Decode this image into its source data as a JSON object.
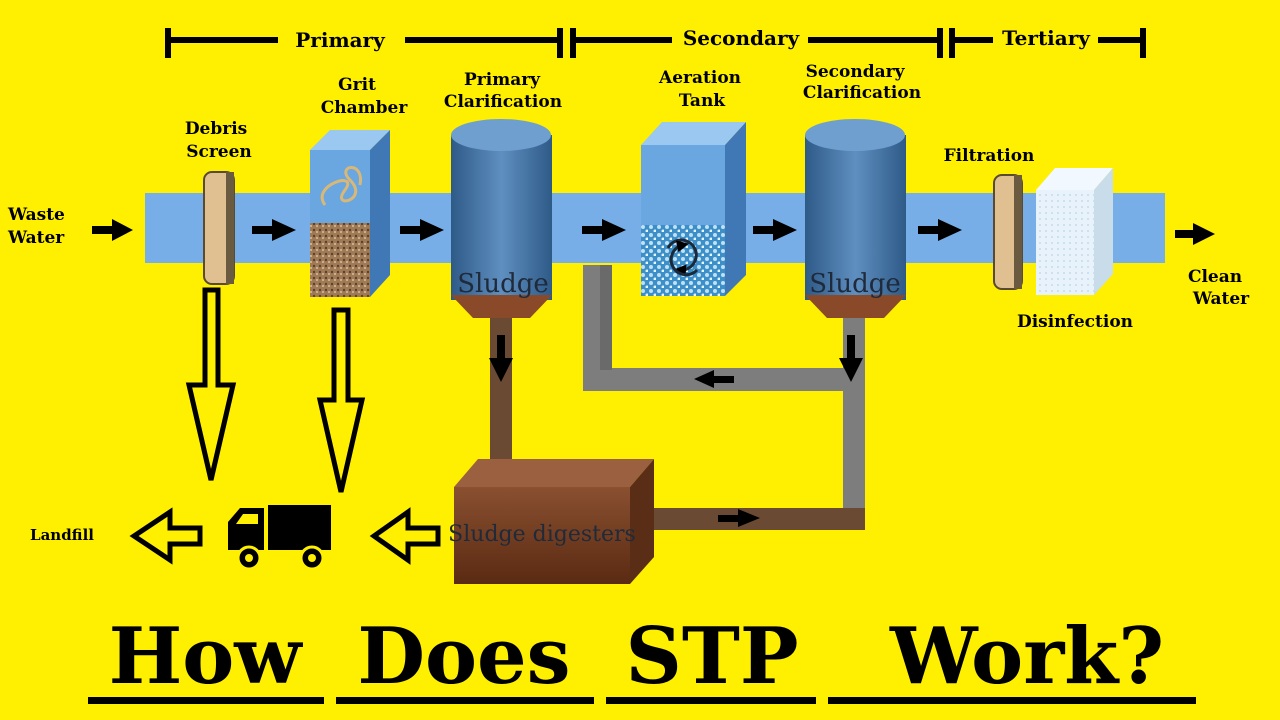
{
  "stages": [
    {
      "label": "Primary"
    },
    {
      "label": "Secondary"
    },
    {
      "label": "Tertiary"
    }
  ],
  "labels": {
    "waste_water": [
      "Waste",
      "Water"
    ],
    "debris_screen": [
      "Debris",
      "Screen"
    ],
    "grit_chamber": [
      "Grit",
      "Chamber"
    ],
    "primary_clarification": [
      "Primary",
      "Clarification"
    ],
    "aeration_tank": [
      "Aeration",
      "Tank"
    ],
    "secondary_clarification": [
      "Secondary",
      "Clarification"
    ],
    "filtration": "Filtration",
    "disinfection": "Disinfection",
    "clean_water": [
      "Clean",
      "Water"
    ],
    "landfill": "Landfill",
    "sludge_primary": "Sludge",
    "sludge_secondary": "Sludge",
    "sludge_digesters": "Sludge digesters"
  },
  "title": {
    "words": [
      "How",
      "Does",
      "STP",
      "Work?"
    ]
  },
  "colors": {
    "background": "#ffef00",
    "pipe": "#78aee8",
    "clarifier": "#4a7aa8",
    "sludge_base": "#8a4a2a",
    "digester": "#7a4020",
    "return_pipe": "#808080",
    "sludge_pipe": "#6b4a33"
  },
  "icons": [
    "truck-icon",
    "hollow-arrow-icon",
    "arrow-icon"
  ]
}
